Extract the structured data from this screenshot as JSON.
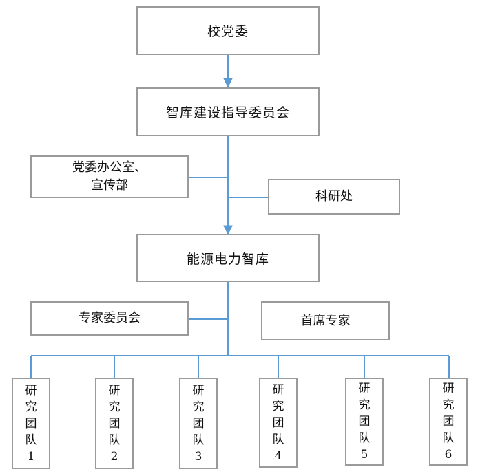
{
  "nodes": {
    "party_committee": "校党委",
    "steering_committee": "智库建设指导委员会",
    "party_office": "党委办公室、\n宣传部",
    "research_office": "科研处",
    "think_tank": "能源电力智库",
    "expert_committee": "专家委员会",
    "chief_expert": "首席专家"
  },
  "teams": [
    "研\n究\n团\n队\n1",
    "研\n究\n团\n队\n2",
    "研\n究\n团\n队\n3",
    "研\n究\n团\n队\n4",
    "研\n究\n团\n队\n5",
    "研\n究\n团\n队\n6"
  ],
  "colors": {
    "connector": "#5b9bd5",
    "box_border": "#9a9a9a"
  }
}
